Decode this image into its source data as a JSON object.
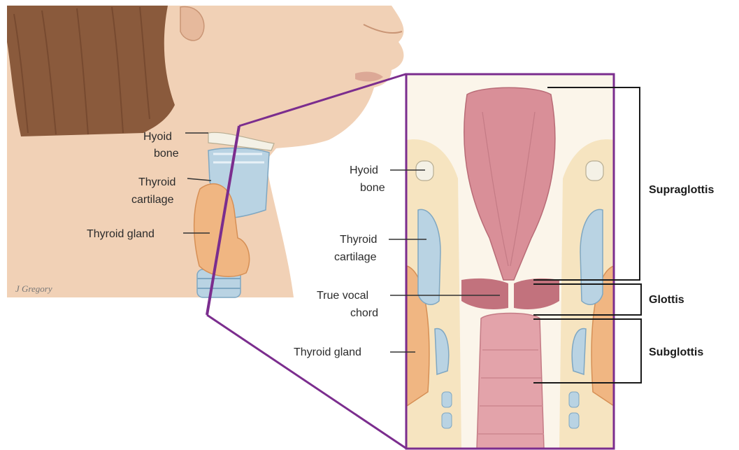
{
  "left_panel": {
    "labels": {
      "hyoid_line1": "Hyoid",
      "hyoid_line2": "bone",
      "thyroid_cart_line1": "Thyroid",
      "thyroid_cart_line2": "cartilage",
      "thyroid_gland": "Thyroid gland"
    },
    "signature": "J Gregory"
  },
  "right_panel": {
    "labels": {
      "hyoid_line1": "Hyoid",
      "hyoid_line2": "bone",
      "thyroid_cart_line1": "Thyroid",
      "thyroid_cart_line2": "cartilage",
      "vocal_line1": "True vocal",
      "vocal_line2": "chord",
      "thyroid_gland": "Thyroid gland"
    },
    "regions": {
      "supraglottis": "Supraglottis",
      "glottis": "Glottis",
      "subglottis": "Subglottis"
    }
  },
  "colors": {
    "frame": "#7b2d8e",
    "skin": "#f1d1b6",
    "hair": "#8a5a3c",
    "cartilage": "#b9d3e3",
    "gland": "#f0b682",
    "mucosa": "#d98f98",
    "tissue": "#f6e4c0"
  }
}
